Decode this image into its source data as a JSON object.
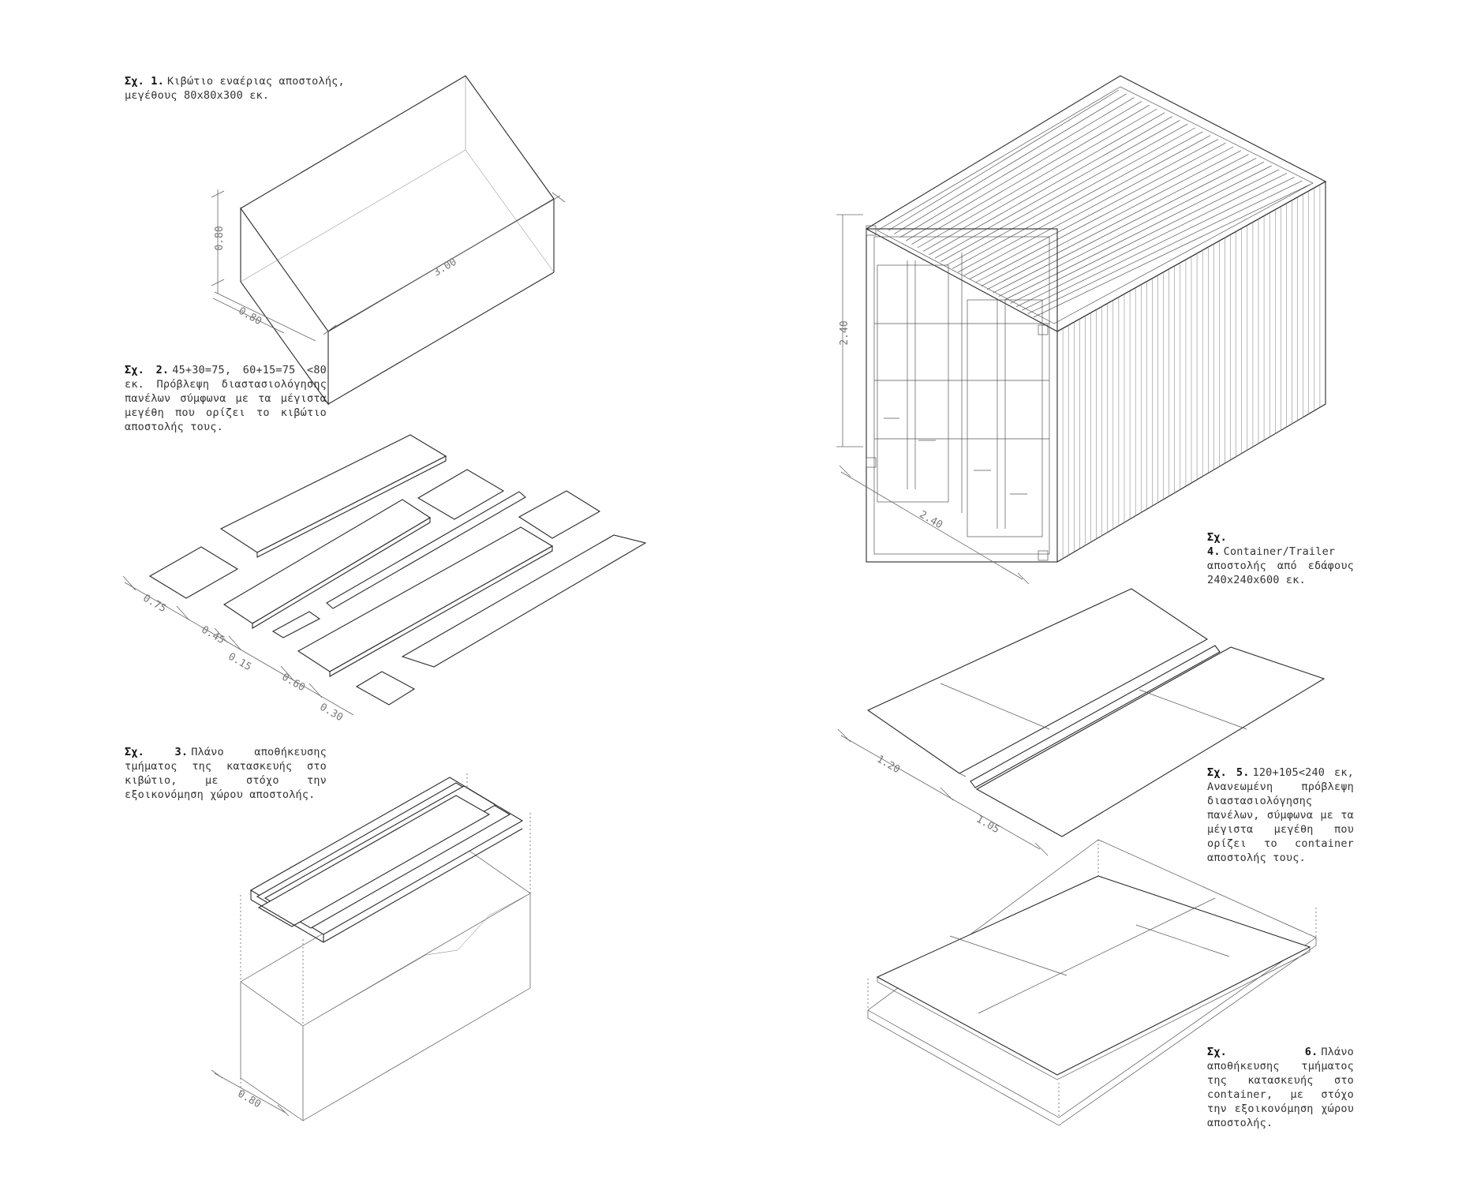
{
  "captions": {
    "fig1": {
      "label": "Σχ. 1.",
      "text": "Κιβώτιο εναέριας αποστολής, μεγέθους 80x80x300 εκ."
    },
    "fig2": {
      "label": "Σχ. 2.",
      "text": "45+30=75, 60+15=75 <80 εκ. Πρόβλεψη διαστασιολόγησης πανέλων σύμφωνα με τα μέγιστα μεγέθη που ορίζει το κιβώτιο αποστολής τους."
    },
    "fig3": {
      "label": "Σχ. 3.",
      "text": "Πλάνο αποθήκευσης τμήματος της κατασκευής στο κιβώτιο, με στόχο την εξοικονόμηση χώρου αποστολής."
    },
    "fig4": {
      "label": "Σχ. 4.",
      "text": "Container/Trailer αποστολής από εδάφους 240x240x600 εκ."
    },
    "fig5": {
      "label": "Σχ. 5.",
      "text": "120+105<240 εκ, Ανανεωμένη πρόβλεψη διαστασιολόγησης πανέλων, σύμφωνα με τα μέγιστα μεγέθη που ορίζει το container αποστολής τους."
    },
    "fig6": {
      "label": "Σχ. 6.",
      "text": "Πλάνο αποθήκευσης τμήματος της κατασκευής στο container, με στόχο την εξοικονόμηση χώρου αποστολής."
    }
  },
  "dimensions": {
    "fig1": {
      "height": "0.80",
      "length": "3.00",
      "width": "0.80"
    },
    "fig2": {
      "d1": "0.75",
      "d2": "0.45",
      "d3": "0.15",
      "d4": "0.60",
      "d5": "0.30"
    },
    "fig3": {
      "width": "0.80"
    },
    "fig4": {
      "height": "2.40",
      "width": "2.40"
    },
    "fig5": {
      "d1": "1.20",
      "d2": "1.05"
    }
  }
}
